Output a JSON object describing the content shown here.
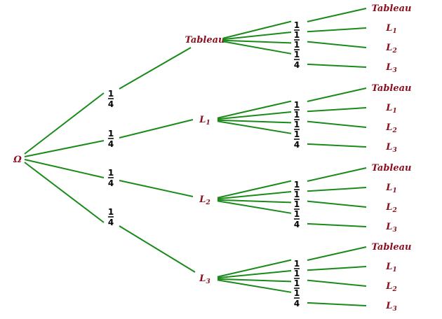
{
  "root": {
    "label": "Ω"
  },
  "level1": {
    "probabilities": [
      {
        "num": "1",
        "den": "4"
      },
      {
        "num": "1",
        "den": "4"
      },
      {
        "num": "1",
        "den": "4"
      },
      {
        "num": "1",
        "den": "4"
      }
    ],
    "nodes": [
      {
        "main": "Tableau",
        "sub": ""
      },
      {
        "main": "L",
        "sub": "1"
      },
      {
        "main": "L",
        "sub": "2"
      },
      {
        "main": "L",
        "sub": "3"
      }
    ]
  },
  "level2": {
    "probabilities": [
      {
        "num": "1",
        "den": "1"
      },
      {
        "num": "1",
        "den": "1"
      },
      {
        "num": "1",
        "den": "1"
      },
      {
        "num": "1",
        "den": "4"
      }
    ],
    "leaves": [
      {
        "main": "Tableau",
        "sub": ""
      },
      {
        "main": "L",
        "sub": "1"
      },
      {
        "main": "L",
        "sub": "2"
      },
      {
        "main": "L",
        "sub": "3"
      }
    ]
  },
  "colors": {
    "edge": "#1a8a1a",
    "label": "#8b0e1e",
    "probability": "#000000"
  }
}
